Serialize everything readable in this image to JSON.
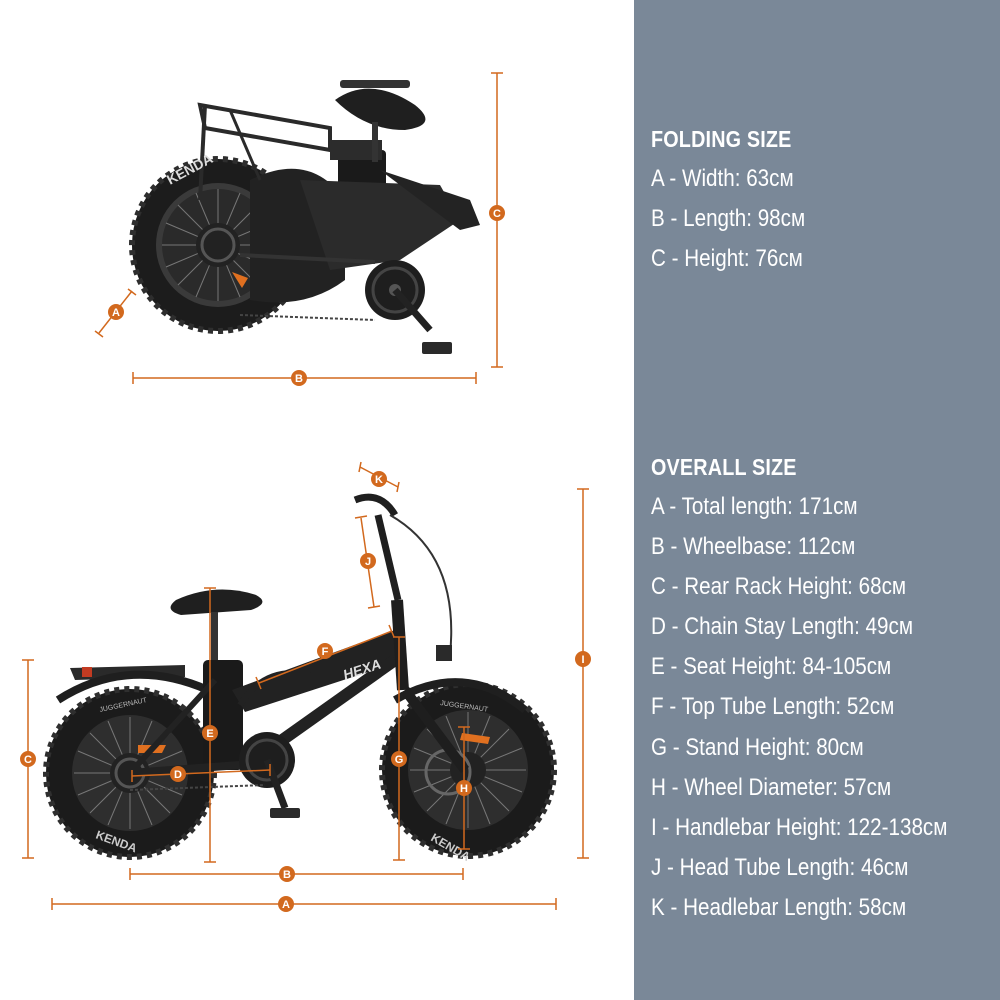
{
  "folding": {
    "heading": "FOLDING SIZE",
    "items": [
      "A - Width: 63см",
      "B - Length: 98см",
      "C - Height: 76см"
    ]
  },
  "overall": {
    "heading": "OVERALL SIZE",
    "items": [
      "A - Total length: 171см",
      "B - Wheelbase: 112см",
      "C - Rear Rack Height: 68см",
      "D - Chain Stay Length: 49см",
      "E - Seat Height: 84-105см",
      "F - Top Tube Length: 52см",
      "G - Stand Height: 80см",
      "H - Wheel Diameter: 57см",
      "I - Handlebar Height: 122-138см",
      "J - Head Tube Length: 46см",
      "K - Headlebar Length: 58см"
    ]
  },
  "folded_markers": [
    "A",
    "B",
    "C"
  ],
  "bike_markers": [
    "K",
    "J",
    "I",
    "F",
    "C",
    "E",
    "G",
    "D",
    "H",
    "B",
    "A"
  ],
  "brand": {
    "frame_logo": "HEXA",
    "tire_logo": "KENDA",
    "tire_text": "JUGGERNAUT"
  },
  "colors": {
    "panel": "#7a8898",
    "accent": "#d2691e",
    "text": "#ffffff"
  }
}
